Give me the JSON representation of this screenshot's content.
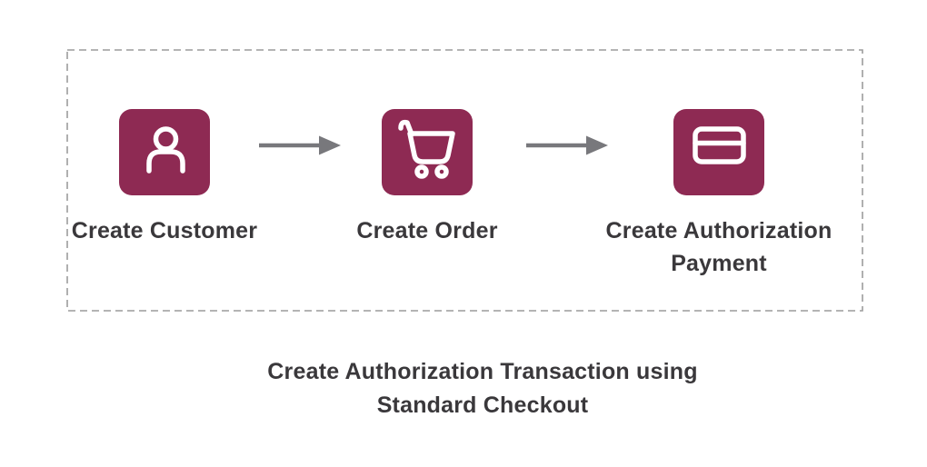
{
  "diagram": {
    "steps": [
      {
        "label": "Create Customer",
        "icon": "person-icon"
      },
      {
        "label": "Create Order",
        "icon": "shopping-cart-icon"
      },
      {
        "label": "Create Authorization Payment",
        "icon": "credit-card-icon"
      }
    ],
    "caption": {
      "line1": "Create Authorization Transaction using",
      "line2": "Standard Checkout"
    },
    "colors": {
      "tile": "#8e2a53",
      "icon_stroke": "#ffffff",
      "arrow": "#78787c",
      "frame_border": "#9c9c9c",
      "label_text": "#3a383b"
    }
  }
}
